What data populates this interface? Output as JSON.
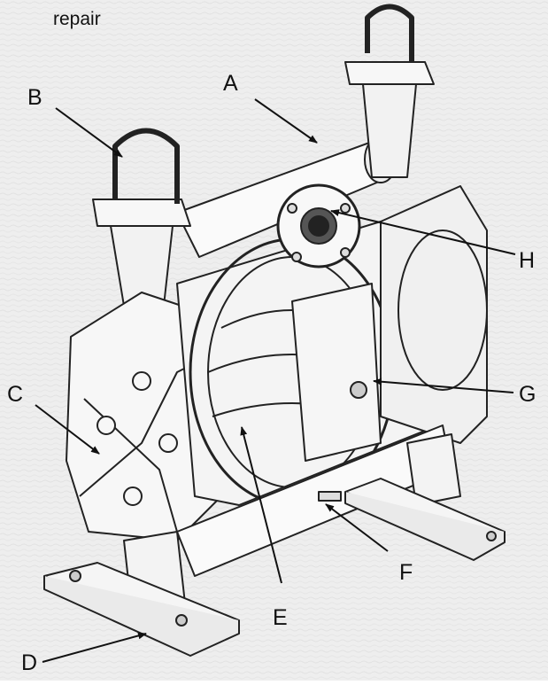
{
  "title": "repair",
  "callouts": {
    "a": "A",
    "b": "B",
    "c": "C",
    "d": "D",
    "e": "E",
    "f": "F",
    "g": "G",
    "h": "H"
  }
}
